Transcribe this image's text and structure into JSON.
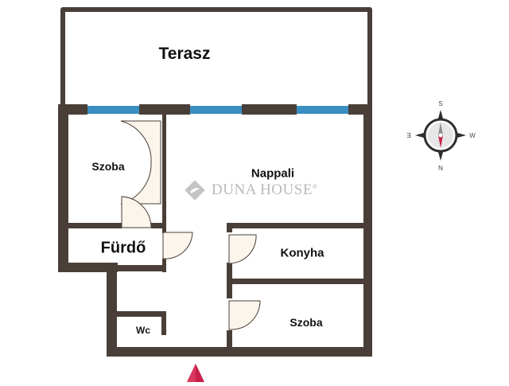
{
  "plan": {
    "wall_color": "#4a3f38",
    "window_color": "#3a8fc2",
    "door_fill": "#fbf5ec",
    "arrow_color": "#c8204a"
  },
  "rooms": {
    "terasz": "Terasz",
    "szoba_left": "Szoba",
    "nappali": "Nappali",
    "furdo": "Fürdő",
    "konyha": "Konyha",
    "szoba_right": "Szoba",
    "wc": "Wc"
  },
  "watermark": {
    "text": "DUNA HOUSE",
    "registered": "®"
  },
  "compass": {
    "top": "S",
    "bottom": "N",
    "left": "E",
    "right": "W"
  }
}
